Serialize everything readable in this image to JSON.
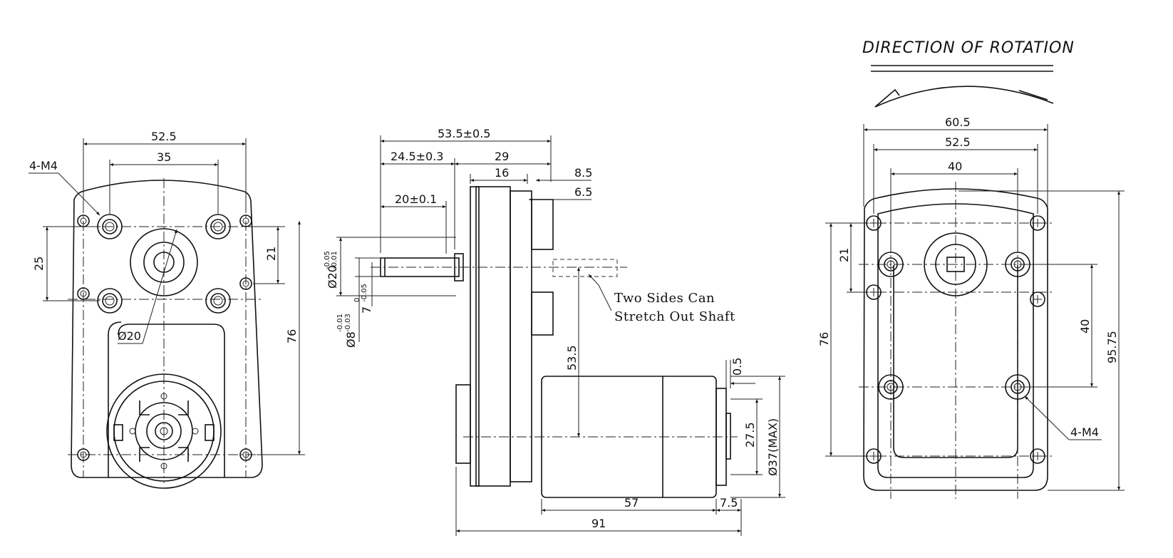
{
  "rotation": {
    "title": "DIRECTION OF ROTATION"
  },
  "front_view": {
    "mount_holes_label": "4-M4",
    "width_outer": "52.5",
    "hole_spacing_x": "35",
    "hole_spacing_y": "25",
    "offset_21": "21",
    "height": "76",
    "boss_diameter": "Ø20"
  },
  "side_view": {
    "overall_shaft": "53.5±0.5",
    "boss_length": "24.5±0.3",
    "gearbox_width": "29",
    "plate_width": "16",
    "step_8_5": "8.5",
    "step_6_5": "6.5",
    "shaft_length": "20±0.1",
    "boss_dia_base": "Ø20",
    "boss_dia_tol_top": "-0.05",
    "boss_dia_tol_bot": "-0.01",
    "shaft_dia_base": "Ø8",
    "shaft_dia_tol_top": "-0.01",
    "shaft_dia_tol_bot": "-0.03",
    "flat_base": "7",
    "flat_tol_top": "0",
    "flat_tol_bot": "-0.05",
    "center_offset": "53.5",
    "note_line1": "Two Sides Can",
    "note_line2": "Stretch Out Shaft",
    "gap_0_5": "0.5",
    "motor_27_5": "27.5",
    "motor_diameter": "Ø37(MAX)",
    "motor_length": "57",
    "motor_end": "7.5",
    "overall_length": "91"
  },
  "rear_view": {
    "width_outer": "60.5",
    "width_mid": "52.5",
    "width_inner": "40",
    "offset_21": "21",
    "height_76": "76",
    "spacing_40": "40",
    "height_overall": "95.75",
    "mount_holes_label": "4-M4"
  }
}
